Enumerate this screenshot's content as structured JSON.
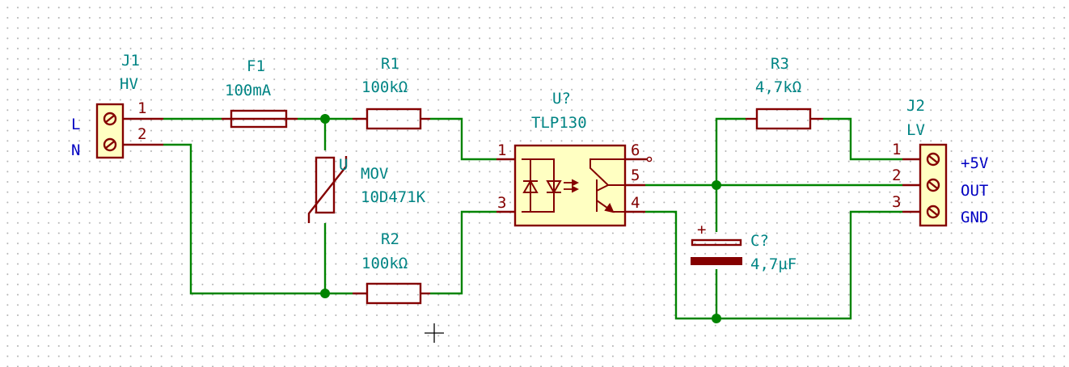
{
  "components": {
    "j1": {
      "ref": "J1",
      "value": "HV",
      "pins": [
        "1",
        "2"
      ]
    },
    "f1": {
      "ref": "F1",
      "value": "100mA"
    },
    "r1": {
      "ref": "R1",
      "value": "100kΩ"
    },
    "r2": {
      "ref": "R2",
      "value": "100kΩ"
    },
    "mov": {
      "ref": "MOV",
      "value": "10D471K",
      "symbol_mark": "U"
    },
    "u1": {
      "ref": "U?",
      "value": "TLP130",
      "pins": [
        "1",
        "3",
        "6",
        "5",
        "4"
      ]
    },
    "r3": {
      "ref": "R3",
      "value": "4,7kΩ"
    },
    "c1": {
      "ref": "C?",
      "value": "4,7µF",
      "polarity_mark": "+"
    },
    "j2": {
      "ref": "J2",
      "value": "LV",
      "pins": [
        "1",
        "2",
        "3"
      ]
    }
  },
  "net_labels": {
    "left": [
      "L",
      "N"
    ],
    "right": [
      "+5V",
      "OUT",
      "GND"
    ]
  },
  "colors": {
    "wire": "#008400",
    "component": "#840000",
    "component_fill": "#ffffc2",
    "label": "#008484",
    "net_label": "#0000c2",
    "grid_dot": "#b4b4b4"
  }
}
